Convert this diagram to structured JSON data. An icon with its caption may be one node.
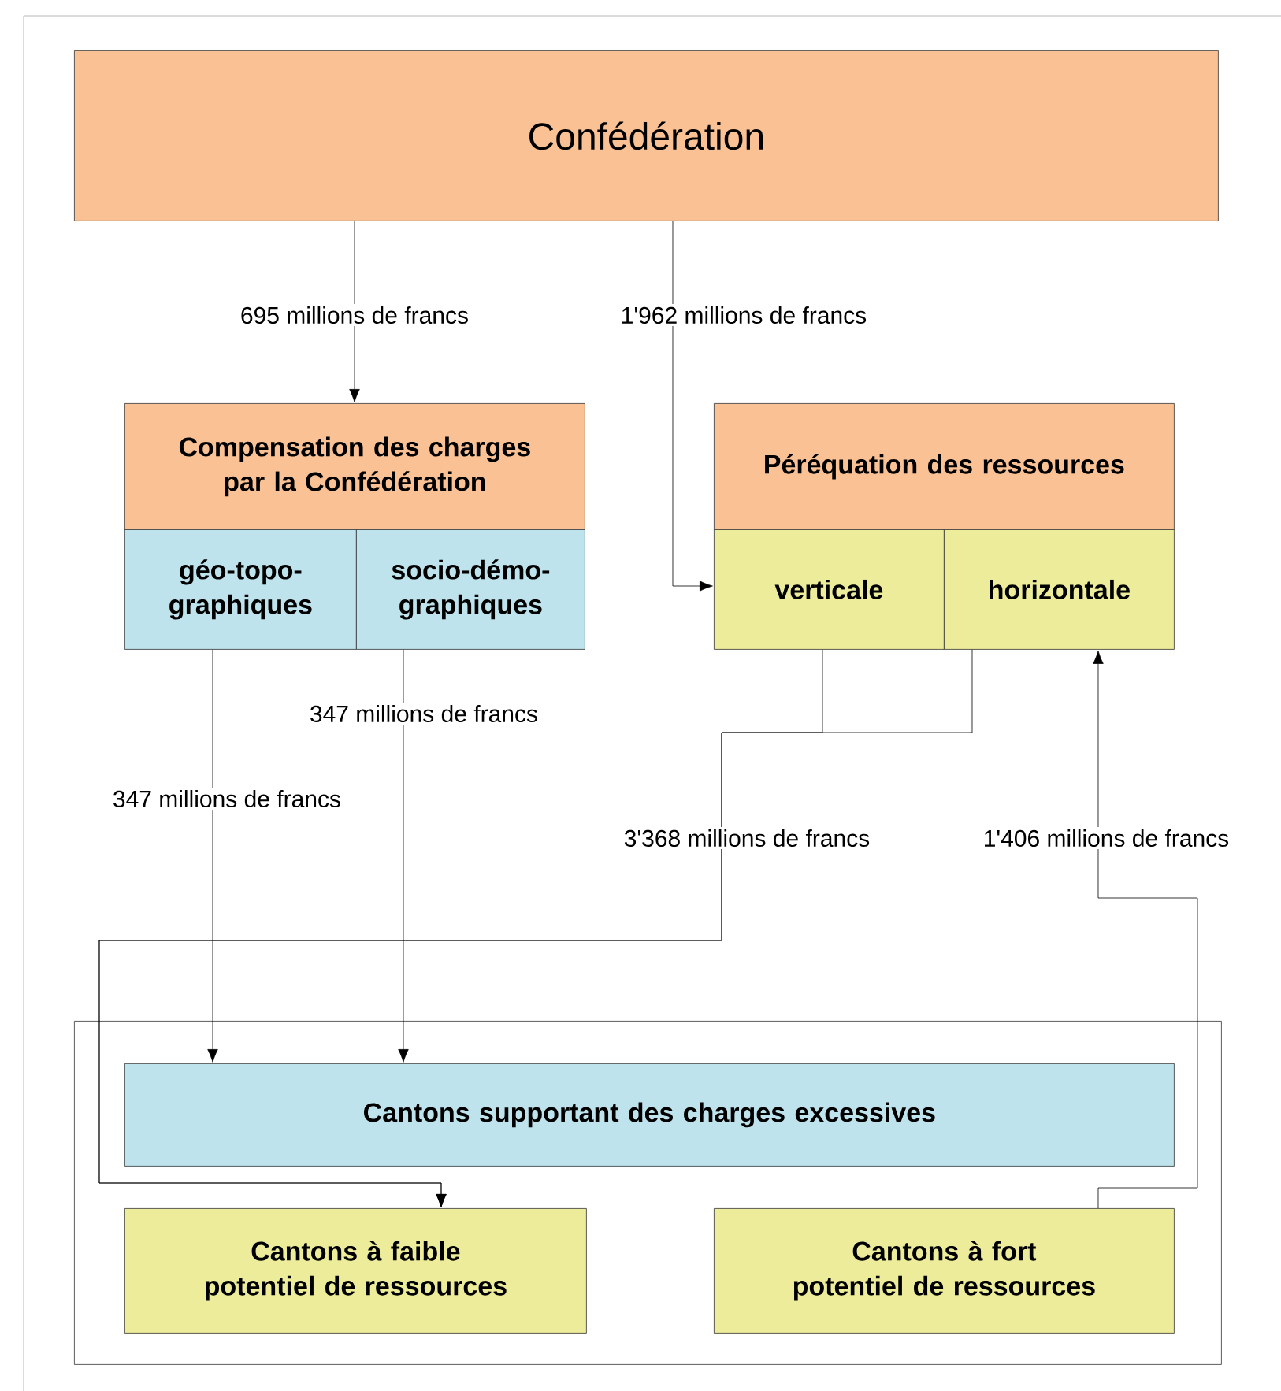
{
  "diagram": {
    "nodes": [
      {
        "text": [
          "Confédération"
        ]
      },
      {
        "text": [
          "Compensation des charges par la Confédération"
        ]
      },
      {
        "text": [
          "géo-topo-graphiques"
        ]
      },
      {
        "text": [
          "socio-démo-graphiques"
        ]
      },
      {
        "text": [
          "Péréquation des ressources"
        ]
      },
      {
        "text": [
          "verticale"
        ]
      },
      {
        "text": [
          "horizontale"
        ]
      },
      {
        "text": [],
        "shape": "box"
      },
      {
        "text": [
          "Cantons supportant des charges excessives"
        ],
        "in": 7
      },
      {
        "text": [
          "Cantons à faible potentiel de ressources"
        ],
        "in": 7
      },
      {
        "text": [
          "Cantons à fort potentiel de ressources"
        ],
        "in": 7
      }
    ],
    "edges": [
      {
        "from": 0,
        "to": 1,
        "arrow": "to",
        "label": "695 millions de francs"
      },
      {
        "from": 0,
        "to": 5,
        "arrow": "to",
        "label": "1'962 millions de francs"
      },
      {
        "from": 2,
        "to": 8,
        "arrow": "to",
        "label": "347 millions de francs"
      },
      {
        "from": 3,
        "to": 8,
        "arrow": "to",
        "label": "347 millions de francs"
      },
      {
        "from": 5,
        "to": 9,
        "arrow": "to",
        "label": "3'368 millions de francs"
      },
      {
        "from": 6,
        "to": 9,
        "arrow": "to"
      },
      {
        "from": 10,
        "to": 6,
        "arrow": "to",
        "label": "1'406 millions de francs"
      }
    ]
  }
}
